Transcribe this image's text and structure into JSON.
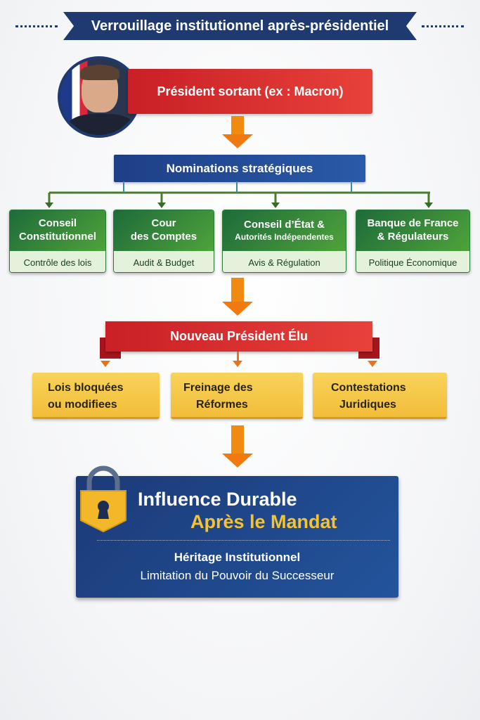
{
  "title": "Verrouillage institutionnel après-présidentiel",
  "outgoing_president": {
    "label": "Président sortant (ex : Macron)"
  },
  "nominations": {
    "label": "Nominations stratégiques"
  },
  "institutions": [
    {
      "title_line1": "Conseil",
      "title_line2": "Constitutionnel",
      "role": "Contrôle des lois"
    },
    {
      "title_line1": "Cour",
      "title_line2": "des Comptes",
      "role": "Audit & Budget"
    },
    {
      "title_line1": "Conseil d’État &",
      "title_line2": "Autorités Indépendentes",
      "role": "Avis & Régulation"
    },
    {
      "title_line1": "Banque de France",
      "title_line2": "& Régulateurs",
      "role": "Politique Économique"
    }
  ],
  "new_president": {
    "label": "Nouveau Président Élu"
  },
  "effects": [
    {
      "line1": "Lois bloquées",
      "line2": "ou modifiees"
    },
    {
      "line1": "Freinage des",
      "line2": "Réformes"
    },
    {
      "line1": "Contestations",
      "line2": "Juridiques"
    }
  ],
  "outcome": {
    "title": "Influence Durable",
    "subtitle": "Après le Mandat",
    "line1": "Héritage Institutionnel",
    "line2": "Limitation du Pouvoir du Successeur"
  },
  "colors": {
    "navy": "#1f3a70",
    "red": "#d62a2e",
    "green": "#2e8a3e",
    "yellow": "#f5c94a",
    "orange": "#f08a10"
  }
}
